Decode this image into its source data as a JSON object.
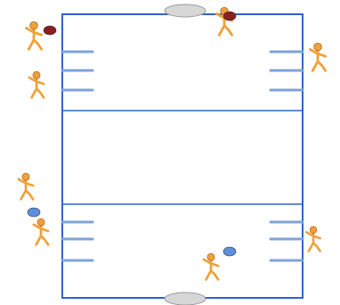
{
  "diagram": {
    "description_note": "",
    "court": {
      "line_color": "#2f63c9",
      "marker_color": "#7ea3d9",
      "bg_color": "#ffffff"
    },
    "goals": {
      "fill": "#d7d7d7",
      "stroke": "#9a9a9a",
      "items": [
        {
          "id": "top-goal"
        },
        {
          "id": "bottom-goal"
        }
      ]
    },
    "players": {
      "skin_color": "#f0a13a",
      "outline_color": "#b2621a",
      "items": [
        {
          "id": "player-top-left"
        },
        {
          "id": "player-left-upper"
        },
        {
          "id": "player-top-center"
        },
        {
          "id": "player-top-right"
        },
        {
          "id": "player-left-mid"
        },
        {
          "id": "player-left-lower"
        },
        {
          "id": "player-bottom-center"
        },
        {
          "id": "player-right-lower"
        }
      ]
    },
    "balls": {
      "items": [
        {
          "id": "ball-red-1",
          "color": "#8b1f1f"
        },
        {
          "id": "ball-red-2",
          "color": "#8b1f1f"
        },
        {
          "id": "ball-blue-1",
          "color": "#5b8fe0"
        },
        {
          "id": "ball-blue-2",
          "color": "#5b8fe0"
        }
      ]
    }
  }
}
